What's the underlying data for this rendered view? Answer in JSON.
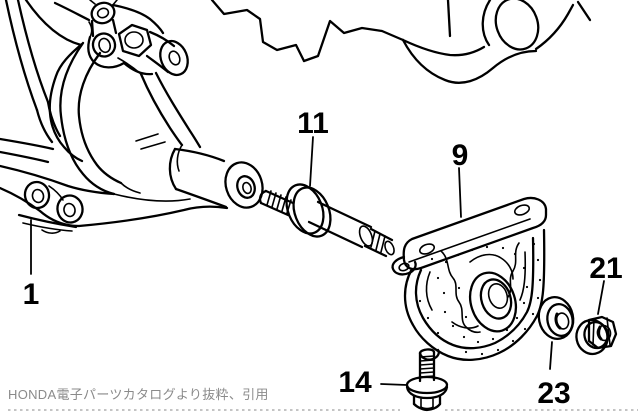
{
  "diagram": {
    "callouts": {
      "part_1": "1",
      "part_11": "11",
      "part_9": "9",
      "part_21": "21",
      "part_23": "23",
      "part_14": "14"
    },
    "caption": "HONDA電子パーツカタログより抜粋、引用",
    "colors": {
      "line": "#000000",
      "background": "#ffffff",
      "caption_text": "#8a8a8a",
      "page_edge_dots": "#b0b0b0"
    }
  }
}
